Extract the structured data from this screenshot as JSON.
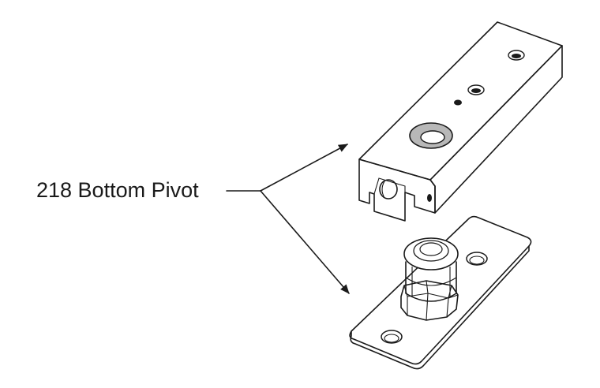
{
  "callout": {
    "label": "218 Bottom Pivot"
  },
  "parts": {
    "upper": "pivot-block",
    "lower": "pivot-base-plate"
  },
  "colors": {
    "line": "#1a1a1a",
    "shade": "#bdbdbd",
    "background": "#ffffff"
  }
}
